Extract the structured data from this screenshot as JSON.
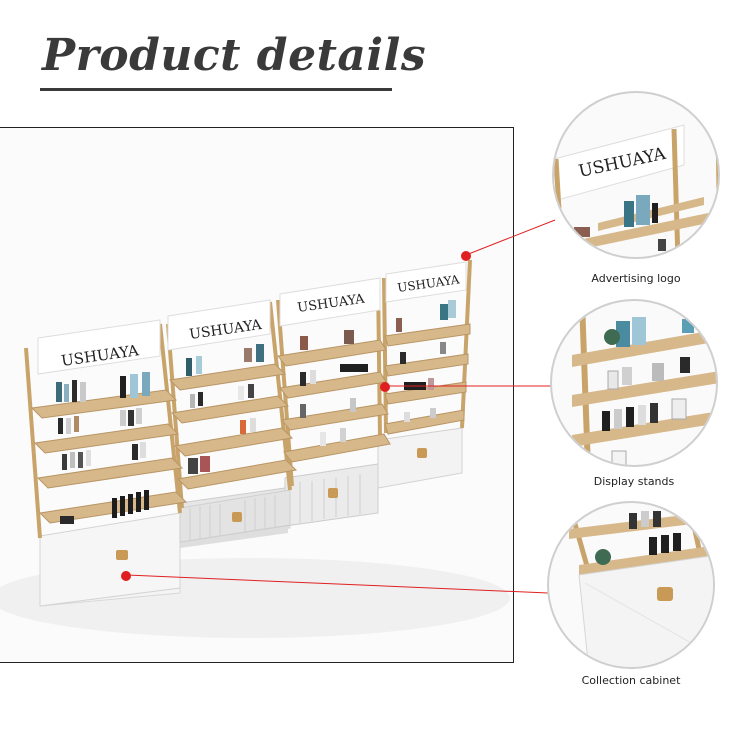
{
  "header": {
    "title": "Product details"
  },
  "product": {
    "brand_sign": "USHUAYA",
    "sign_panels": [
      "USHUAYA",
      "USHUAYA",
      "USHUAYA",
      "USHUAYA"
    ],
    "shelf_color": "#d7b88a",
    "frame_color": "#c9a46a",
    "cabinet_color": "#f2f2f2"
  },
  "callouts": [
    {
      "label": "Advertising logo",
      "sign": "USHUAYA"
    },
    {
      "label": "Display stands"
    },
    {
      "label": "Collection cabinet"
    }
  ],
  "accent": {
    "marker": "#e02020"
  }
}
